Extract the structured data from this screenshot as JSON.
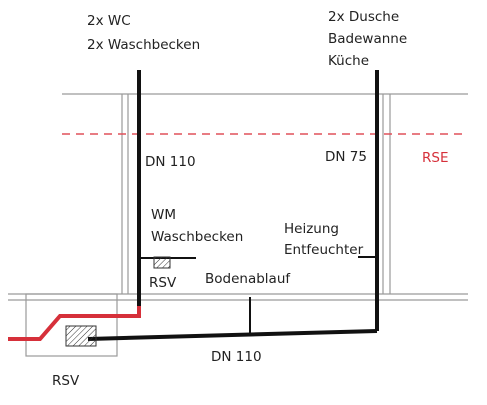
{
  "labels": {
    "left_fixtures_line1": "2x WC",
    "left_fixtures_line2": "2x Waschbecken",
    "right_fixtures_line1": "2x Dusche",
    "right_fixtures_line2": "Badewanne",
    "right_fixtures_line3": "Küche",
    "left_pipe_size": "DN 110",
    "right_pipe_size": "DN 75",
    "rse": "RSE",
    "wm_line1": "WM",
    "wm_line2": "Waschbecken",
    "rsv_inner": "RSV",
    "bodenablauf": "Bodenablauf",
    "heizung_line1": "Heizung",
    "heizung_line2": "Entfeuchter",
    "bottom_pipe_size": "DN 110",
    "rsv_outer": "RSV"
  },
  "colors": {
    "pipe": "#111111",
    "pressure_line": "#d6303a",
    "rse_line": "#e0505a",
    "structure": "#9a9a9a"
  }
}
